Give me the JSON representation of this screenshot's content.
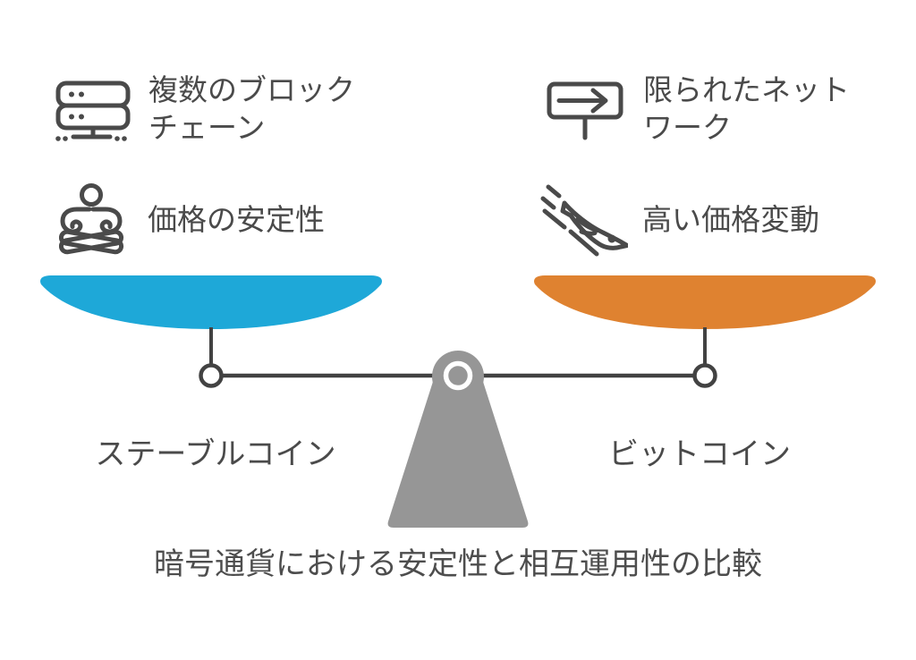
{
  "title": "暗号通貨における安定性と相互運用性の比較",
  "left_side": {
    "label": "ステーブルコイン",
    "pan_color": "#1EA8D8",
    "features": [
      {
        "icon": "server-stack-icon",
        "lines": [
          "複数のブロック",
          "チェーン"
        ]
      },
      {
        "icon": "meditating-person-icon",
        "lines": [
          "価格の安定性"
        ]
      }
    ]
  },
  "right_side": {
    "label": "ビットコイン",
    "pan_color": "#DF8230",
    "features": [
      {
        "icon": "signpost-arrow-icon",
        "lines": [
          "限られたネット",
          "ワーク"
        ]
      },
      {
        "icon": "diving-bird-icon",
        "lines": [
          "高い価格変動"
        ]
      }
    ]
  },
  "colors": {
    "left_pan": "#1EA8D8",
    "right_pan": "#DF8230",
    "fulcrum_gray": "#969696",
    "line_dark": "#424242",
    "icon_stroke": "#4A4A4A",
    "text_gray": "#4A4A4A"
  }
}
